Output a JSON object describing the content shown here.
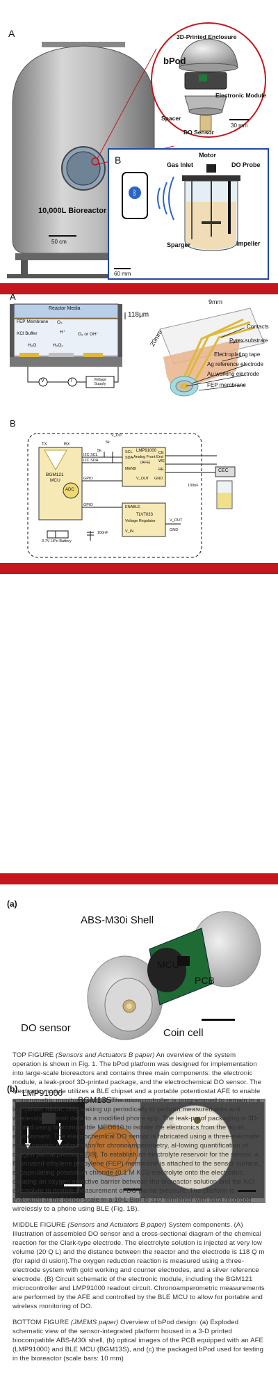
{
  "fig1": {
    "label_a": "A",
    "label_b": "B",
    "enclosure": "3D-Printed Enclosure",
    "bpod": "bPod",
    "module": "Electronic Module",
    "scale_30mm": "30 mm",
    "spacer": "Spacer",
    "do_sensor": "DO Sensor",
    "bioreactor": "10,000L Bioreactor",
    "scale_50cm": "50 cm",
    "motor": "Motor",
    "gas_inlet": "Gas Inlet",
    "do_probe": "DO Probe",
    "sparger": "Sparger",
    "impeller": "Impeller",
    "scale_60mm": "60 mm"
  },
  "fig2": {
    "label_a": "A",
    "label_b": "B",
    "reactor_media": "Reactor Media",
    "fep": "FEP Membrane",
    "kcl": "KCl Buffer",
    "thickness": "118µm",
    "o2": "O₂",
    "o2_or_oh": "O₂ or OH⁻",
    "hplus": "H⁺",
    "h2o": "H₂O",
    "h2o2": "H₂O₂",
    "v": "V",
    "i": "I",
    "voltage_supply": "Voltage Supply",
    "dim_9mm": "9mm",
    "dim_20mm": "20mm",
    "contacts": "Contacts",
    "pyrex": "Pyrex substrate",
    "tape": "Electroplating tape",
    "ag": "Ag reference electrode",
    "au": "Au working electrode",
    "fep_membrane": "FEP membrane",
    "bgm": "BGM121",
    "mcu": "MCU",
    "tx": "TX",
    "rx": "RX",
    "i2c_scl": "I2C SCL",
    "i2c_sda": "I2C SDA",
    "gpio": "GPIO",
    "gpio2": "GPIO",
    "adc": "ADC",
    "scl": "SCL",
    "sda": "SDA",
    "lmp": "LMP91000",
    "afe1": "Analog Front End",
    "afe2": "(AFE)",
    "menb": "MENB",
    "vout": "V_OUT",
    "gnd": "GND",
    "ce": "CE",
    "we": "WE",
    "re": "RE",
    "cap100nf": "100nF",
    "cec": "CEC",
    "enable": "ENABLE",
    "tlv": "TLV7033",
    "regulator": "Voltage Regulator",
    "vin": "V_IN",
    "vout2": "V_OUT",
    "gnd2": "GND",
    "r5k_1": "5k",
    "r5k_2": "5k",
    "vdd": "V_DD",
    "battery": "3.7V LiPo Battery",
    "cap100nf2": "100nF"
  },
  "fig3": {
    "label_a": "(a)",
    "label_b": "(b)",
    "shell": "ABS-M30i Shell",
    "mcu": "MCU",
    "pcb": "PCB",
    "do_sensor": "DO sensor",
    "coin": "Coin cell",
    "lmp": "LMP91000",
    "bgm": "BGM13S"
  },
  "caption": {
    "p1_head": "TOP FIGURE",
    "p1_src": "(Sensors and Actuators B paper)",
    "p1_body": " An overview of the system operation is shown in Fig. 1. The bPod platform was designed for implementation into large-scale bioreactors and contains three main components: the electronic module, a leak-proof 3D-printed package, and the electrochemical DO sensor. The electronic module utilizes a BLE chipset and a portable potentiostat AFE to enable amperometric monitoring of DO. The microcontroller is programmed to remain in a low-power mode, only waking up periodically to perform measurements and wirelessly transmit data to a modified phone app. The leak-proof packaging is 3D-printed using biocompatible MED610 to isolate the electronics from the liquid environment. The electrochemical DO sensor is fabricated using a three-electrode amperometric configuration for chronoamperometry, al-lowing quantification of oxygen partial pressure [39]. To establish an electrolyte reservoir for the sensor, a fluorinated ethylene propylene (FEP) membrane is attached to the sensor surface, encapsulating potassium chloride (0.1 M KCl) electrolyte onto the electrodes, creating an oxygen selective barrier between the bioreactor solution and the KCl electrolyte to enable measurement of DO partial pressure. The platform is evaluated at the bench scale in a 10-L BioFlo 310 fermenter with data recorded wirelessly to a phone using BLE (Fig. 1B).",
    "p2_head": "MIDDLE FIGURE",
    "p2_src": "(Sensors and Actuators B paper)",
    "p2_body": " System components. (A) Illustration of assembled DO sensor and a cross-sectional diagram of the chemical reaction for the Clark-type electrode. The electrolyte solution is injected at very low volume (20 Q L) and the distance between the reactor and the electrode is 118 Q m (for rapid di usion).The oxygen reduction reaction is measured using a three-electrode system with gold working and counter electrodes, and a silver reference electrode. (B) Circuit schematic of the electronic module, including the BGM121 microcontroller and LMP91000 readout circuit. Chronoamperometric measurements are performed by the AFE and controlled by the BLE MCU to allow for portable and wireless monitoring of DO.",
    "p3_head": "BOTTOM FIGURE",
    "p3_src": "(JMEMS paper)",
    "p3_body": " Overview of bPod design: (a) Exploded schematic view of the sensor-integrated platform housed in a 3-D printed biocompatible ABS-M30i shell, (b) optical images of the PCB equipped with an AFE (LMP91000) and BLE MCU (BGM13S), and (c) the packaged bPod used for testing in the bioreactor (scale bars: 10 mm)"
  }
}
